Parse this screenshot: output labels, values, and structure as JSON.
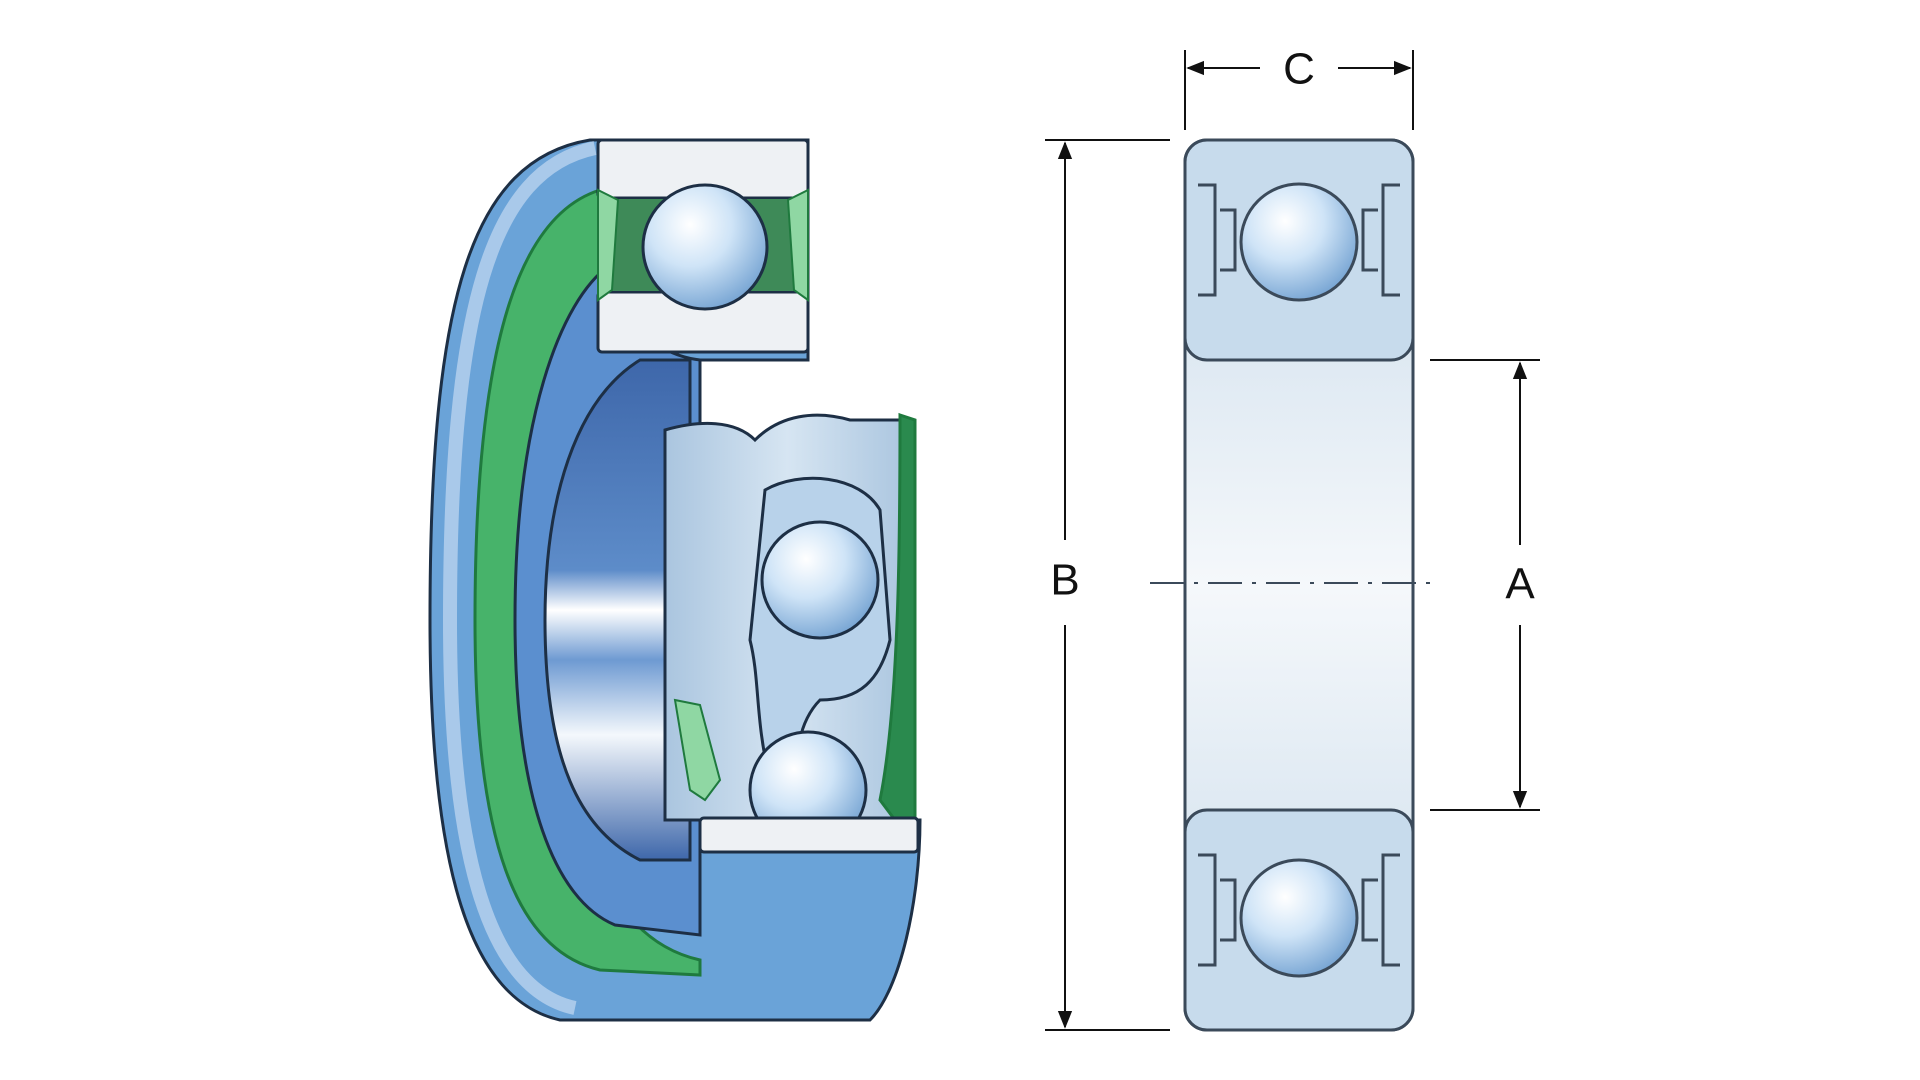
{
  "labels": {
    "width": "C",
    "outer_diameter": "B",
    "bore_diameter": "A"
  },
  "colors": {
    "ring": "#6aa3d8",
    "ring_dark": "#4a78b8",
    "ring_light": "#a9c9ea",
    "seal": "#47b36a",
    "seal_dark": "#1f7a3e",
    "ball": "#cfe4f7",
    "section_face": "#eef1f4",
    "outline": "#1d2f45",
    "drawing_fill": "#d7e4ef",
    "drawing_outline": "#3b4a5a"
  }
}
